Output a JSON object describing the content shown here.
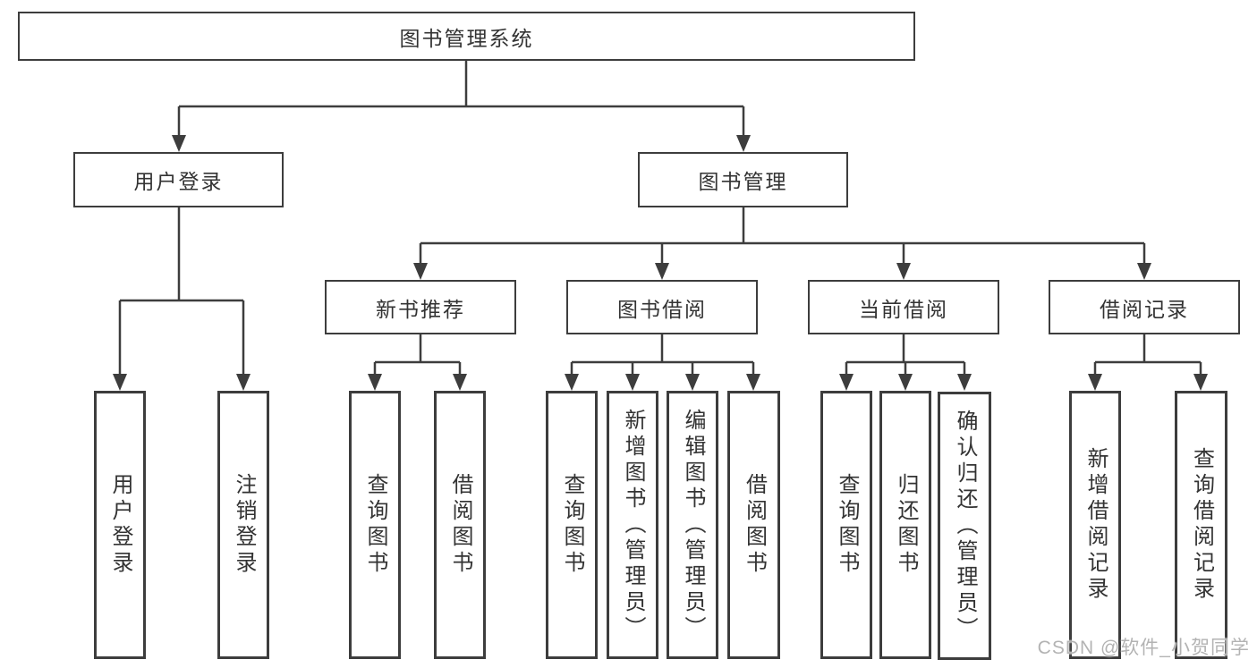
{
  "colors": {
    "line": "#3d3d3d",
    "text": "#333333",
    "background": "#ffffff",
    "watermark_text": "#b3b3b3"
  },
  "watermark": {
    "text": "CSDN @软件_小贺同学"
  },
  "tree": {
    "label": "图书管理系统",
    "children": [
      {
        "label": "用户登录",
        "children": [
          {
            "label": "用户登录"
          },
          {
            "label": "注销登录"
          }
        ]
      },
      {
        "label": "图书管理",
        "children": [
          {
            "label": "新书推荐",
            "children": [
              {
                "label": "查询图书"
              },
              {
                "label": "借阅图书"
              }
            ]
          },
          {
            "label": "图书借阅",
            "children": [
              {
                "label": "查询图书"
              },
              {
                "label": "新增图书（管理员）"
              },
              {
                "label": "编辑图书（管理员）"
              },
              {
                "label": "借阅图书"
              }
            ]
          },
          {
            "label": "当前借阅",
            "children": [
              {
                "label": "查询图书"
              },
              {
                "label": "归还图书"
              },
              {
                "label": "确认归还（管理员）"
              }
            ]
          },
          {
            "label": "借阅记录",
            "children": [
              {
                "label": "新增借阅记录"
              },
              {
                "label": "查询借阅记录"
              }
            ]
          }
        ]
      }
    ]
  }
}
